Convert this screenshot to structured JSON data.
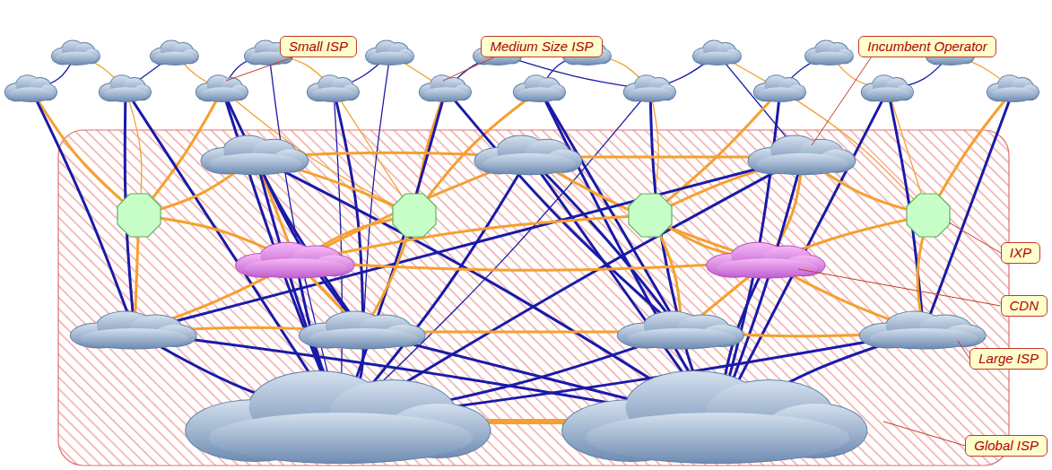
{
  "diagram": {
    "nodes": [
      {
        "text": [
          "Small ISP"
        ]
      },
      {
        "text": [
          "Medium Size ISP"
        ]
      },
      {
        "text": [
          "Incumbent Operator"
        ]
      },
      {
        "text": [
          "IXP"
        ]
      },
      {
        "text": [
          "CDN"
        ]
      },
      {
        "text": [
          "Large ISP"
        ]
      },
      {
        "text": [
          "Global ISP"
        ]
      }
    ]
  }
}
